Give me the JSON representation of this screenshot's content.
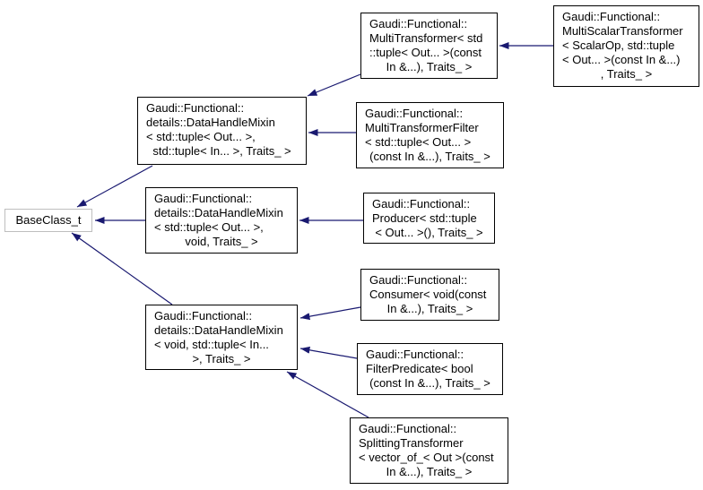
{
  "diagram": {
    "type": "class-inheritance-graph",
    "background_color": "#ffffff",
    "arrow_color": "#191970",
    "node_border_color": "#000000",
    "base_node_border_color": "#bebebe",
    "text_color": "#000000",
    "nodes": {
      "base_class": {
        "label": "BaseClass_t",
        "lines": [
          "BaseClass_t"
        ]
      },
      "multi_transformer": {
        "label": "Gaudi::Functional::MultiTransformer< std::tuple< Out... >(const In &...), Traits_ >",
        "lines": [
          "Gaudi::Functional::",
          "MultiTransformer< std",
          "::tuple< Out... >(const",
          "In &...), Traits_ >"
        ]
      },
      "multi_scalar_transformer": {
        "label": "Gaudi::Functional::MultiScalarTransformer< ScalarOp, std::tuple< Out... >(const In &...), Traits_ >",
        "lines": [
          "Gaudi::Functional::",
          "MultiScalarTransformer",
          "< ScalarOp, std::tuple",
          "< Out... >(const In &...)",
          ", Traits_ >"
        ]
      },
      "data_handle_mixin_out_in": {
        "label": "Gaudi::Functional::details::DataHandleMixin< std::tuple< Out... >, std::tuple< In... >, Traits_ >",
        "lines": [
          "Gaudi::Functional::",
          "details::DataHandleMixin",
          "< std::tuple< Out... >,",
          "std::tuple< In... >, Traits_ >"
        ]
      },
      "multi_transformer_filter": {
        "label": "Gaudi::Functional::MultiTransformerFilter< std::tuple< Out... >(const In &...), Traits_ >",
        "lines": [
          "Gaudi::Functional::",
          "MultiTransformerFilter",
          "< std::tuple< Out... >",
          "(const In &...), Traits_ >"
        ]
      },
      "data_handle_mixin_out_void": {
        "label": "Gaudi::Functional::details::DataHandleMixin< std::tuple< Out... >, void, Traits_ >",
        "lines": [
          "Gaudi::Functional::",
          "details::DataHandleMixin",
          "< std::tuple< Out... >,",
          "void, Traits_ >"
        ]
      },
      "producer": {
        "label": "Gaudi::Functional::Producer< std::tuple< Out... >(), Traits_ >",
        "lines": [
          "Gaudi::Functional::",
          "Producer< std::tuple",
          "< Out... >(), Traits_ >"
        ]
      },
      "data_handle_mixin_void_in": {
        "label": "Gaudi::Functional::details::DataHandleMixin< void, std::tuple< In... >, Traits_ >",
        "lines": [
          "Gaudi::Functional::",
          "details::DataHandleMixin",
          "< void, std::tuple< In...",
          ">, Traits_ >"
        ]
      },
      "consumer": {
        "label": "Gaudi::Functional::Consumer< void(const In &...), Traits_ >",
        "lines": [
          "Gaudi::Functional::",
          "Consumer< void(const",
          "In &...), Traits_ >"
        ]
      },
      "filter_predicate": {
        "label": "Gaudi::Functional::FilterPredicate< bool(const In &...), Traits_ >",
        "lines": [
          "Gaudi::Functional::",
          "FilterPredicate< bool",
          "(const In &...), Traits_ >"
        ]
      },
      "splitting_transformer": {
        "label": "Gaudi::Functional::SplittingTransformer< vector_of_< Out >(const In &...), Traits_ >",
        "lines": [
          "Gaudi::Functional::",
          "SplittingTransformer",
          "< vector_of_< Out >(const",
          "In &...), Traits_ >"
        ]
      }
    },
    "edges": [
      {
        "from": "multi_scalar_transformer",
        "to": "multi_transformer"
      },
      {
        "from": "multi_transformer",
        "to": "data_handle_mixin_out_in"
      },
      {
        "from": "multi_transformer_filter",
        "to": "data_handle_mixin_out_in"
      },
      {
        "from": "data_handle_mixin_out_in",
        "to": "base_class"
      },
      {
        "from": "data_handle_mixin_out_void",
        "to": "base_class"
      },
      {
        "from": "producer",
        "to": "data_handle_mixin_out_void"
      },
      {
        "from": "data_handle_mixin_void_in",
        "to": "base_class"
      },
      {
        "from": "consumer",
        "to": "data_handle_mixin_void_in"
      },
      {
        "from": "filter_predicate",
        "to": "data_handle_mixin_void_in"
      },
      {
        "from": "splitting_transformer",
        "to": "data_handle_mixin_void_in"
      }
    ]
  }
}
